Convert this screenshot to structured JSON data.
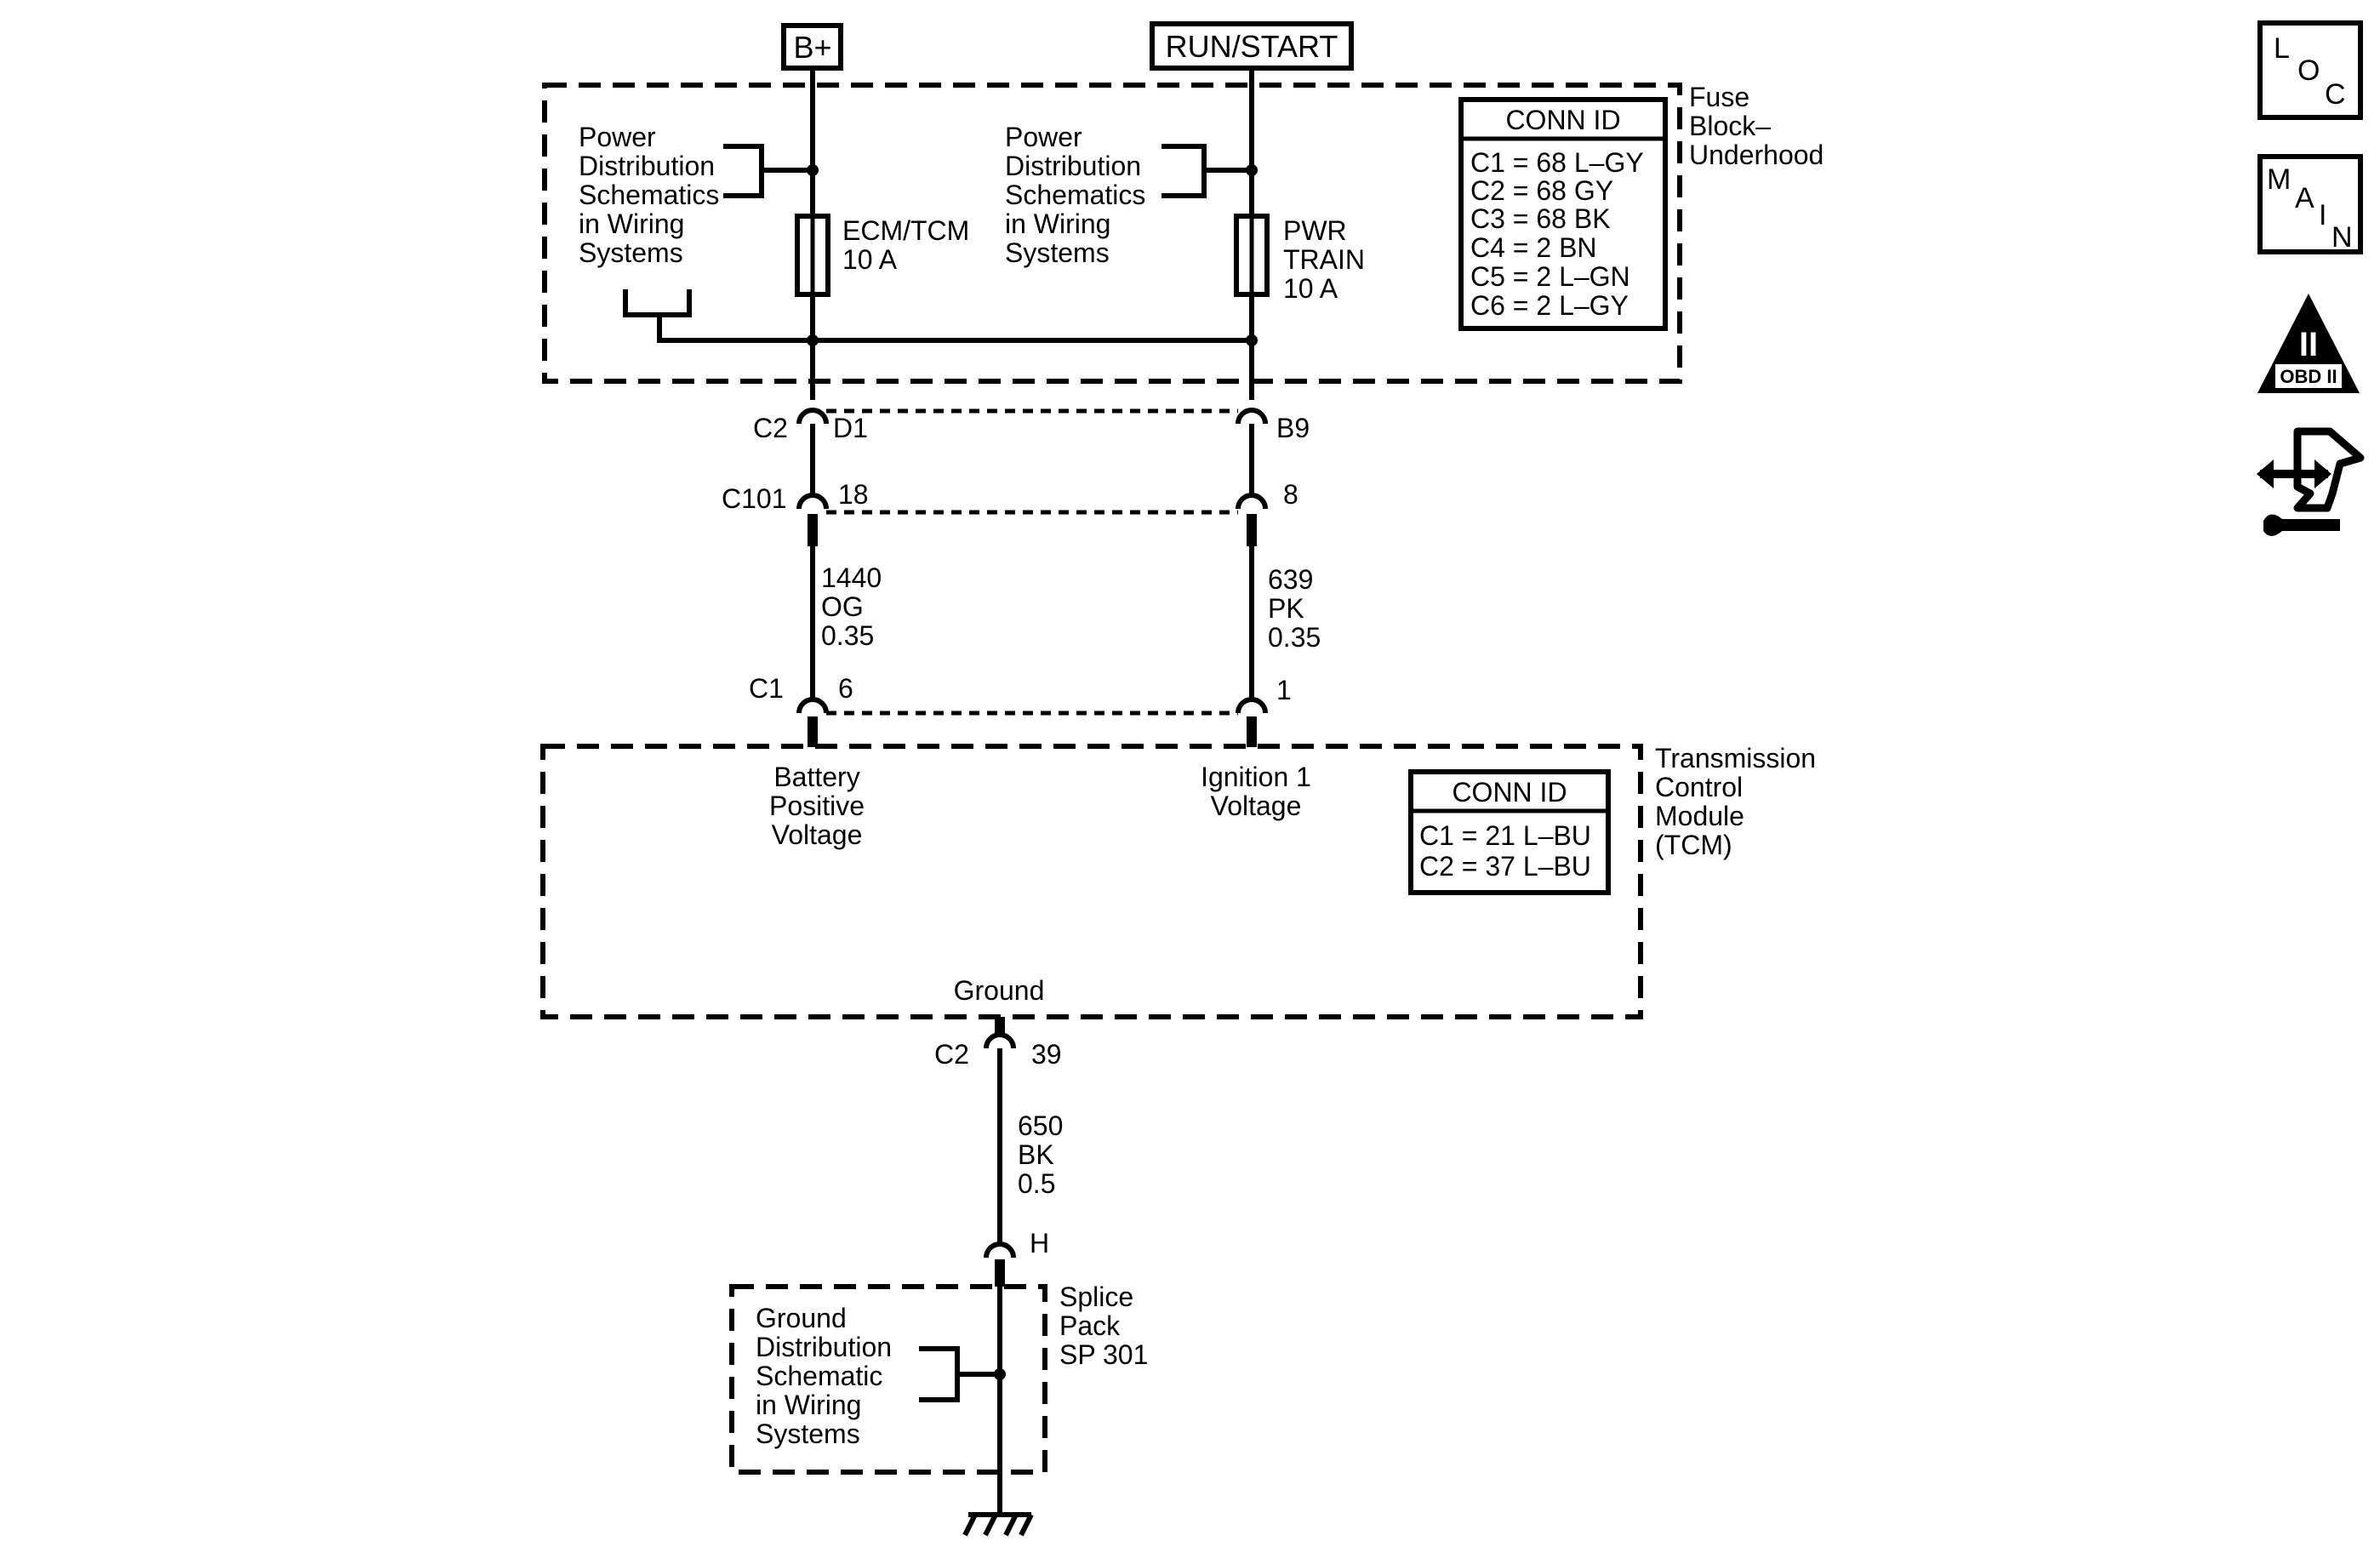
{
  "sources": {
    "bplus": "B+",
    "run_start": "RUN/START"
  },
  "fuse_block": {
    "name_lines": [
      "Fuse",
      "Block–",
      "Underhood"
    ],
    "conn_id_title": "CONN ID",
    "conn_id_rows": [
      "C1 = 68 L–GY",
      "C2 = 68 GY",
      "C3 = 68 BK",
      "C4 = 2 BN",
      "C5 = 2 L–GN",
      "C6 = 2 L–GY"
    ],
    "power_dist_left": [
      "Power",
      "Distribution",
      "Schematics",
      "in Wiring",
      "Systems"
    ],
    "power_dist_right": [
      "Power",
      "Distribution",
      "Schematics",
      "in Wiring",
      "Systems"
    ],
    "fuse_left": [
      "ECM/TCM",
      "10 A"
    ],
    "fuse_right": [
      "PWR",
      "TRAIN",
      "10 A"
    ]
  },
  "connectors": {
    "c2_fuse": "C2",
    "d1": "D1",
    "b9": "B9",
    "c101": "C101",
    "pin18": "18",
    "pin8": "8",
    "c1_tcm": "C1",
    "pin6": "6",
    "pin1": "1",
    "c2_tcm": "C2",
    "pin39": "39",
    "h": "H"
  },
  "wires": {
    "left": [
      "1440",
      "OG",
      "0.35"
    ],
    "right": [
      "639",
      "PK",
      "0.35"
    ],
    "ground": [
      "650",
      "BK",
      "0.5"
    ]
  },
  "tcm": {
    "name_lines": [
      "Transmission",
      "Control",
      "Module",
      "(TCM)"
    ],
    "conn_id_title": "CONN ID",
    "conn_id_rows": [
      "C1 = 21 L–BU",
      "C2 = 37 L–BU"
    ],
    "battery_lines": [
      "Battery",
      "Positive",
      "Voltage"
    ],
    "ignition_lines": [
      "Ignition 1",
      "Voltage"
    ],
    "ground_label": "Ground"
  },
  "splice": {
    "name_lines": [
      "Splice",
      "Pack",
      "SP 301"
    ],
    "ground_dist": [
      "Ground",
      "Distribution",
      "Schematic",
      "in Wiring",
      "Systems"
    ]
  },
  "side_icons": {
    "loc": [
      "L",
      "O",
      "C"
    ],
    "main": [
      "M",
      "A",
      "I",
      "N"
    ],
    "obd_numeral": "II",
    "obd_label": "OBD II",
    "icons": [
      "loc-icon",
      "main-icon",
      "obd-ii-icon",
      "diagnostic-tool-icon"
    ]
  }
}
